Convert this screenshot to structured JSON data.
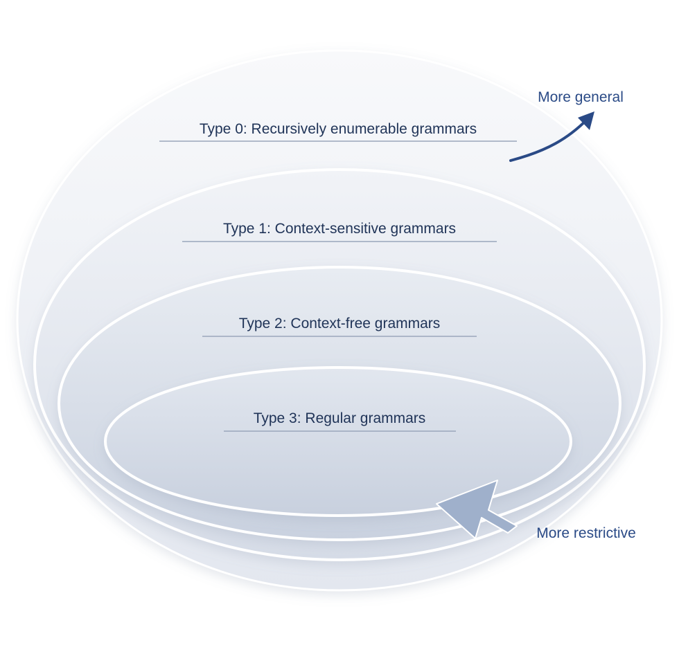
{
  "levels": [
    {
      "label": "Type 0: Recursively enumerable grammars"
    },
    {
      "label": "Type 1: Context-sensitive grammars"
    },
    {
      "label": "Type 2: Context-free grammars"
    },
    {
      "label": "Type 3: Regular grammars"
    }
  ],
  "annotations": {
    "more_general": "More general",
    "more_restrictive": "More restrictive"
  },
  "colors": {
    "text": "#1f3357",
    "accent": "#2a4a86",
    "rule": "#9aa6bb",
    "ring": "#ffffff",
    "fill_outer": "#eef0f5",
    "fill_inner": "#c6cfde",
    "arrow_light": "#9fb0cb"
  },
  "icons": {
    "general_arrow": "curved-arrow-up-right-icon",
    "restrictive_arrow": "arrow-up-left-icon"
  }
}
